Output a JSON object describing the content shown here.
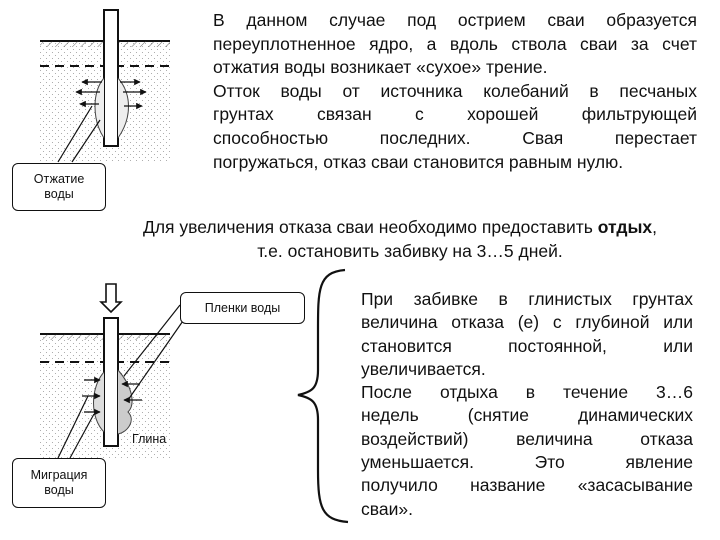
{
  "top_paragraph": {
    "lines": [
      "В данном случае под острием сваи образуется",
      "переуплотненное ядро, а вдоль ствола сваи за счет",
      "отжатия воды возникает «сухое» трение.",
      "Отток воды от источника колебаний в песчаных",
      "грунтах связан с хорошей фильтрующей",
      "способностью последних. Свая перестает",
      "погружаться, отказ сваи становится равным нулю."
    ]
  },
  "middle_paragraph": {
    "line1_before": "Для увеличения отказа сваи необходимо предоставить ",
    "line1_bold": "отдых",
    "line1_after": ",",
    "line2": "т.е. остановить забивку на 3…5 дней."
  },
  "bottom_paragraph": {
    "lines": [
      "При забивке в глинистых грунтах",
      "величина отказа (е) с глубиной или",
      "становится постоянной, или",
      "увеличивается.",
      "После отдыха в течение 3…6",
      "недель (снятие динамических",
      "воздействий) величина отказа",
      "уменьшается. Это явление",
      "получило название «засасывание",
      "сваи»."
    ]
  },
  "labels": {
    "water_squeeze": "Отжатие воды",
    "water_films": "Пленки воды",
    "clay": "Глина",
    "water_migration": "Миграция воды"
  }
}
